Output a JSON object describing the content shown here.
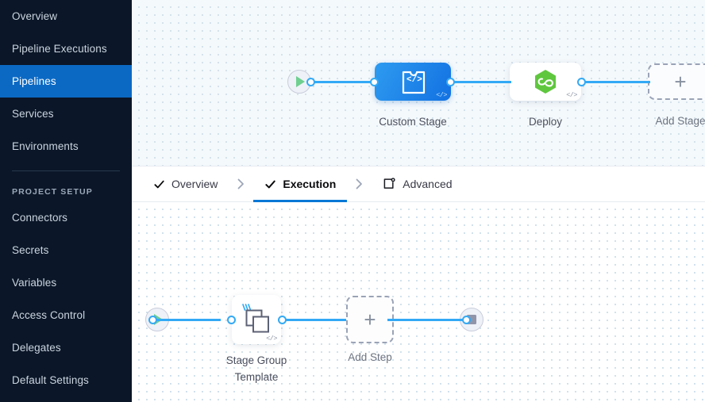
{
  "sidebar": {
    "items": [
      {
        "label": "Overview",
        "active": false
      },
      {
        "label": "Pipeline Executions",
        "active": false
      },
      {
        "label": "Pipelines",
        "active": true
      },
      {
        "label": "Services",
        "active": false
      },
      {
        "label": "Environments",
        "active": false
      }
    ],
    "section_label": "PROJECT SETUP",
    "setup_items": [
      {
        "label": "Connectors"
      },
      {
        "label": "Secrets"
      },
      {
        "label": "Variables"
      },
      {
        "label": "Access Control"
      },
      {
        "label": "Delegates"
      },
      {
        "label": "Default Settings"
      }
    ],
    "background_color": "#0B1628",
    "active_color": "#0B69C4"
  },
  "tabs": [
    {
      "label": "Overview",
      "icon": "check-icon",
      "active": false,
      "complete": true
    },
    {
      "label": "Execution",
      "icon": "check-icon",
      "active": true,
      "complete": true
    },
    {
      "label": "Advanced",
      "icon": "advanced-gear-box-icon",
      "active": false,
      "complete": false
    }
  ],
  "stage_canvas": {
    "start_node": {
      "icon": "play-icon",
      "name": "pipeline-start"
    },
    "end_node": {
      "icon": "stop-icon",
      "name": "pipeline-end"
    },
    "nodes": [
      {
        "label": "Custom Stage",
        "icon": "custom-stage-code-icon",
        "type": "selected-stage",
        "badge": "</>"
      },
      {
        "label": "Deploy",
        "icon": "harness-deploy-hexagon-icon",
        "type": "stage",
        "badge": "</>"
      },
      {
        "label": "Add Stage",
        "icon": "plus-icon",
        "type": "add-placeholder"
      }
    ]
  },
  "step_canvas": {
    "start_node": {
      "icon": "play-icon",
      "name": "execution-start"
    },
    "end_node": {
      "icon": "stop-icon",
      "name": "execution-end"
    },
    "nodes": [
      {
        "label": "Stage Group Template",
        "icon": "stacked-squares-template-icon",
        "type": "step",
        "badge": "</>"
      },
      {
        "label": "Add Step",
        "icon": "plus-icon",
        "type": "add-placeholder"
      }
    ]
  },
  "colors": {
    "accent_blue": "#0278D5",
    "wire_blue": "#33A9F5",
    "deploy_green": "#5FC73E",
    "play_green": "#6FCF8F",
    "canvas_top": "#F4F9FC",
    "canvas_bottom": "#FFFFFF"
  }
}
